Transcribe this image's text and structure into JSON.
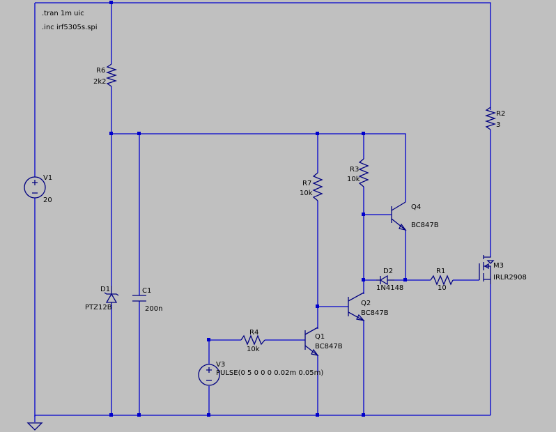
{
  "directives": {
    "tran": ".tran 1m uic",
    "inc": ".inc irf5305s.spi"
  },
  "components": {
    "V1": {
      "name": "V1",
      "value": "20"
    },
    "R6": {
      "name": "R6",
      "value": "2k2"
    },
    "R2": {
      "name": "R2",
      "value": "3"
    },
    "R7": {
      "name": "R7",
      "value": "10k"
    },
    "R3": {
      "name": "R3",
      "value": "10k"
    },
    "Q4": {
      "name": "Q4",
      "value": "BC847B"
    },
    "D1": {
      "name": "D1",
      "value": "PTZ12B"
    },
    "C1": {
      "name": "C1",
      "value": "200n"
    },
    "D2": {
      "name": "D2",
      "value": "1N4148"
    },
    "R1": {
      "name": "R1",
      "value": "10"
    },
    "M3": {
      "name": "M3",
      "value": "IRLR2908"
    },
    "Q2": {
      "name": "Q2",
      "value": "BC847B"
    },
    "R4": {
      "name": "R4",
      "value": "10k"
    },
    "Q1": {
      "name": "Q1",
      "value": "BC847B"
    },
    "V3": {
      "name": "V3",
      "value": "PULSE(0 5 0 0 0 0.02m 0.05m)"
    }
  }
}
